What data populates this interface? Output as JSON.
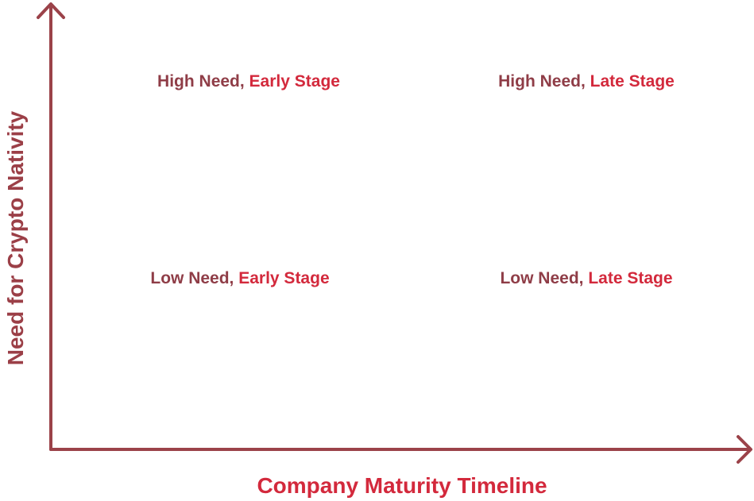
{
  "axes": {
    "y_label": "Need for Crypto Nativity",
    "x_label": "Company Maturity Timeline",
    "color": "#9b4249"
  },
  "quadrants": {
    "high_early": {
      "need": "High Need, ",
      "stage": "Early Stage"
    },
    "high_late": {
      "need": "High Need, ",
      "stage": "Late Stage"
    },
    "low_early": {
      "need": "Low Need, ",
      "stage": "Early Stage"
    },
    "low_late": {
      "need": "Low Need, ",
      "stage": "Late Stage"
    }
  },
  "colors": {
    "need_text": "#8f3d47",
    "stage_text": "#d3293c",
    "y_label": "#9b3f47",
    "x_label": "#d3293c"
  }
}
